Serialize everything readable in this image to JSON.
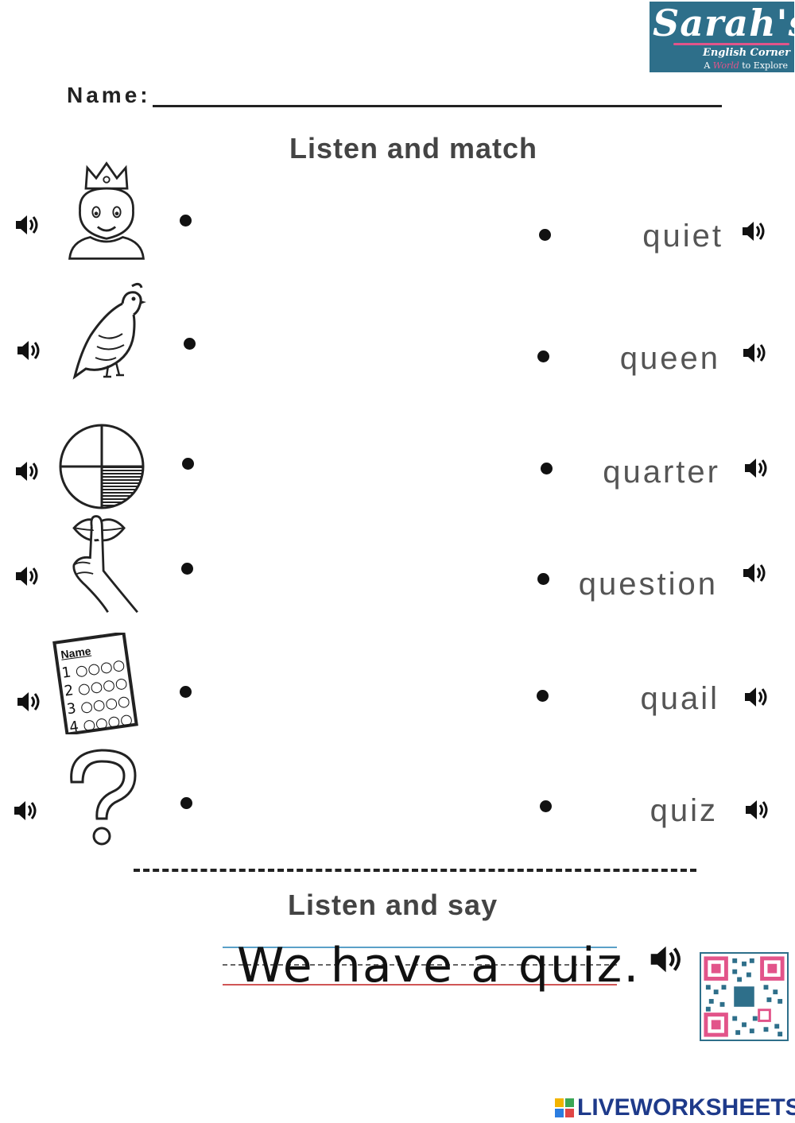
{
  "logo": {
    "brand": "Sarah's",
    "subtitle": "English Corner",
    "tagline_a": "A",
    "tagline_world": "World",
    "tagline_rest": "to Explore"
  },
  "name_label": "Name:",
  "section1_title": "Listen and match",
  "section2_title": "Listen and say",
  "pictures": [
    "queen-picture",
    "quail-picture",
    "quarter-picture",
    "quiet-picture",
    "quiz-picture",
    "question-picture"
  ],
  "quiz_card": {
    "label": "Name",
    "rows": [
      "1",
      "2",
      "3",
      "4"
    ]
  },
  "words": [
    "quiet",
    "queen",
    "quarter",
    "question",
    "quail",
    "quiz"
  ],
  "sentence": "We have a quiz.",
  "footer_brand": "LIVEWORKSHEETS",
  "colors": {
    "logo_bg": "#2e6f8a",
    "logo_accent": "#e2548a",
    "footer": "#1e3a8a"
  }
}
